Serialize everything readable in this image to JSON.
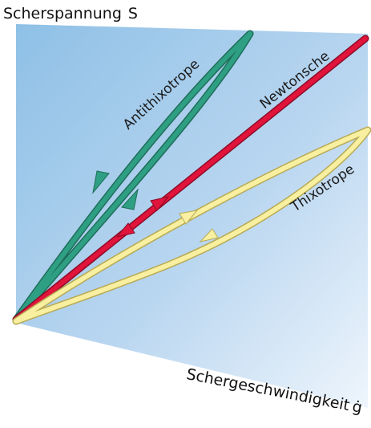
{
  "y_axis": {
    "label": "Scherspannung",
    "symbol": "S"
  },
  "x_axis": {
    "label": "Schergeschwindigkeit",
    "symbol": "ġ"
  },
  "curves": [
    {
      "id": "antithixotrope",
      "label": "Antithixotrope",
      "color": "#2e9f83"
    },
    {
      "id": "newtonsche",
      "label": "Newtonsche",
      "color": "#e1143c"
    },
    {
      "id": "thixotrope",
      "label": "Thixotrope",
      "color": "#f8f0a0"
    }
  ],
  "colors": {
    "panel_light": "#e8f1fb",
    "panel_dark": "#8ec0e6"
  }
}
